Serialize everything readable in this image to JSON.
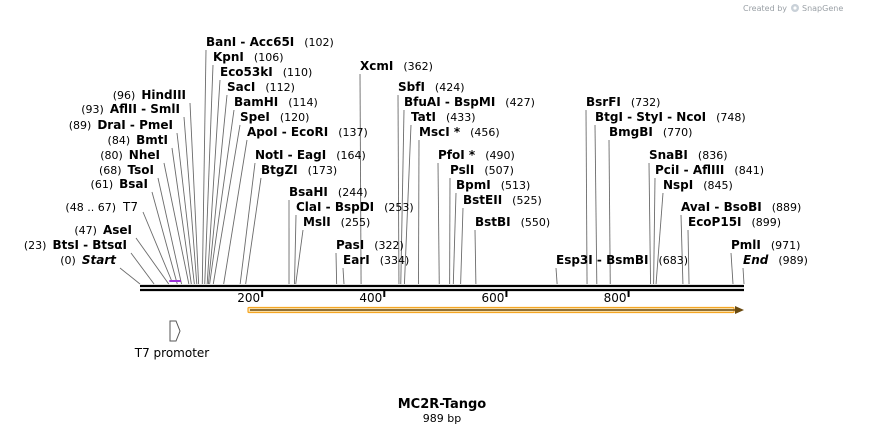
{
  "credit": {
    "text": "Created by",
    "brand": "SnapGene"
  },
  "plasmid": {
    "name": "MC2R-Tango",
    "size_label": "989 bp",
    "length_bp": 989
  },
  "axis": {
    "ticks": [
      "200",
      "400",
      "600",
      "800"
    ],
    "tick_values": [
      200,
      400,
      600,
      800
    ]
  },
  "primer": {
    "label": "T7",
    "range": "(48 .. 67)",
    "color": "#9b30d9"
  },
  "promoter": {
    "label": "T7 promoter"
  },
  "orf": {
    "color": "#f5a623"
  },
  "sites": [
    {
      "pos": 0,
      "name": "Start",
      "num": "(0)",
      "italic": true
    },
    {
      "pos": 23,
      "name": "BtsI  -  BtsαI",
      "num": "(23)"
    },
    {
      "pos": 47,
      "name": "AseI",
      "num": "(47)"
    },
    {
      "pos": 61,
      "name": "BsaI",
      "num": "(61)"
    },
    {
      "pos": 68,
      "name": "TsoI",
      "num": "(68)"
    },
    {
      "pos": 80,
      "name": "NheI",
      "num": "(80)"
    },
    {
      "pos": 84,
      "name": "BmtI",
      "num": "(84)"
    },
    {
      "pos": 89,
      "name": "DraI  -  PmeI",
      "num": "(89)"
    },
    {
      "pos": 93,
      "name": "AflII  -  SmlI",
      "num": "(93)"
    },
    {
      "pos": 96,
      "name": "HindIII",
      "num": "(96)"
    },
    {
      "pos": 102,
      "name": "BanI  -  Acc65I",
      "num": "(102)"
    },
    {
      "pos": 106,
      "name": "KpnI",
      "num": "(106)"
    },
    {
      "pos": 110,
      "name": "Eco53kI",
      "num": "(110)"
    },
    {
      "pos": 112,
      "name": "SacI",
      "num": "(112)"
    },
    {
      "pos": 114,
      "name": "BamHI",
      "num": "(114)"
    },
    {
      "pos": 120,
      "name": "SpeI",
      "num": "(120)"
    },
    {
      "pos": 137,
      "name": "ApoI  -  EcoRI",
      "num": "(137)"
    },
    {
      "pos": 164,
      "name": "NotI  -  EagI",
      "num": "(164)"
    },
    {
      "pos": 173,
      "name": "BtgZI",
      "num": "(173)"
    },
    {
      "pos": 244,
      "name": "BsaHI",
      "num": "(244)"
    },
    {
      "pos": 253,
      "name": "ClaI  -  BspDI",
      "num": "(253)"
    },
    {
      "pos": 255,
      "name": "MslI",
      "num": "(255)"
    },
    {
      "pos": 322,
      "name": "PasI",
      "num": "(322)"
    },
    {
      "pos": 334,
      "name": "EarI",
      "num": "(334)"
    },
    {
      "pos": 362,
      "name": "XcmI",
      "num": "(362)"
    },
    {
      "pos": 424,
      "name": "SbfI",
      "num": "(424)"
    },
    {
      "pos": 427,
      "name": "BfuAI  -  BspMI",
      "num": "(427)"
    },
    {
      "pos": 433,
      "name": "TatI",
      "num": "(433)"
    },
    {
      "pos": 456,
      "name": "MscI *",
      "num": "(456)"
    },
    {
      "pos": 490,
      "name": "PfoI *",
      "num": "(490)"
    },
    {
      "pos": 507,
      "name": "PslI",
      "num": "(507)"
    },
    {
      "pos": 513,
      "name": "BpmI",
      "num": "(513)"
    },
    {
      "pos": 525,
      "name": "BstEII",
      "num": "(525)"
    },
    {
      "pos": 550,
      "name": "BstBI",
      "num": "(550)"
    },
    {
      "pos": 683,
      "name": "Esp3I  -  BsmBI",
      "num": "(683)"
    },
    {
      "pos": 732,
      "name": "BsrFI",
      "num": "(732)"
    },
    {
      "pos": 748,
      "name": "BtgI  -  StyI  -  NcoI",
      "num": "(748)"
    },
    {
      "pos": 770,
      "name": "BmgBI",
      "num": "(770)"
    },
    {
      "pos": 836,
      "name": "SnaBI",
      "num": "(836)"
    },
    {
      "pos": 841,
      "name": "PciI  -  AflIII",
      "num": "(841)"
    },
    {
      "pos": 845,
      "name": "NspI",
      "num": "(845)"
    },
    {
      "pos": 889,
      "name": "AvaI  -  BsoBI",
      "num": "(889)"
    },
    {
      "pos": 899,
      "name": "EcoP15I",
      "num": "(899)"
    },
    {
      "pos": 971,
      "name": "PmlI",
      "num": "(971)"
    },
    {
      "pos": 989,
      "name": "End",
      "num": "(989)",
      "italic": true
    }
  ]
}
